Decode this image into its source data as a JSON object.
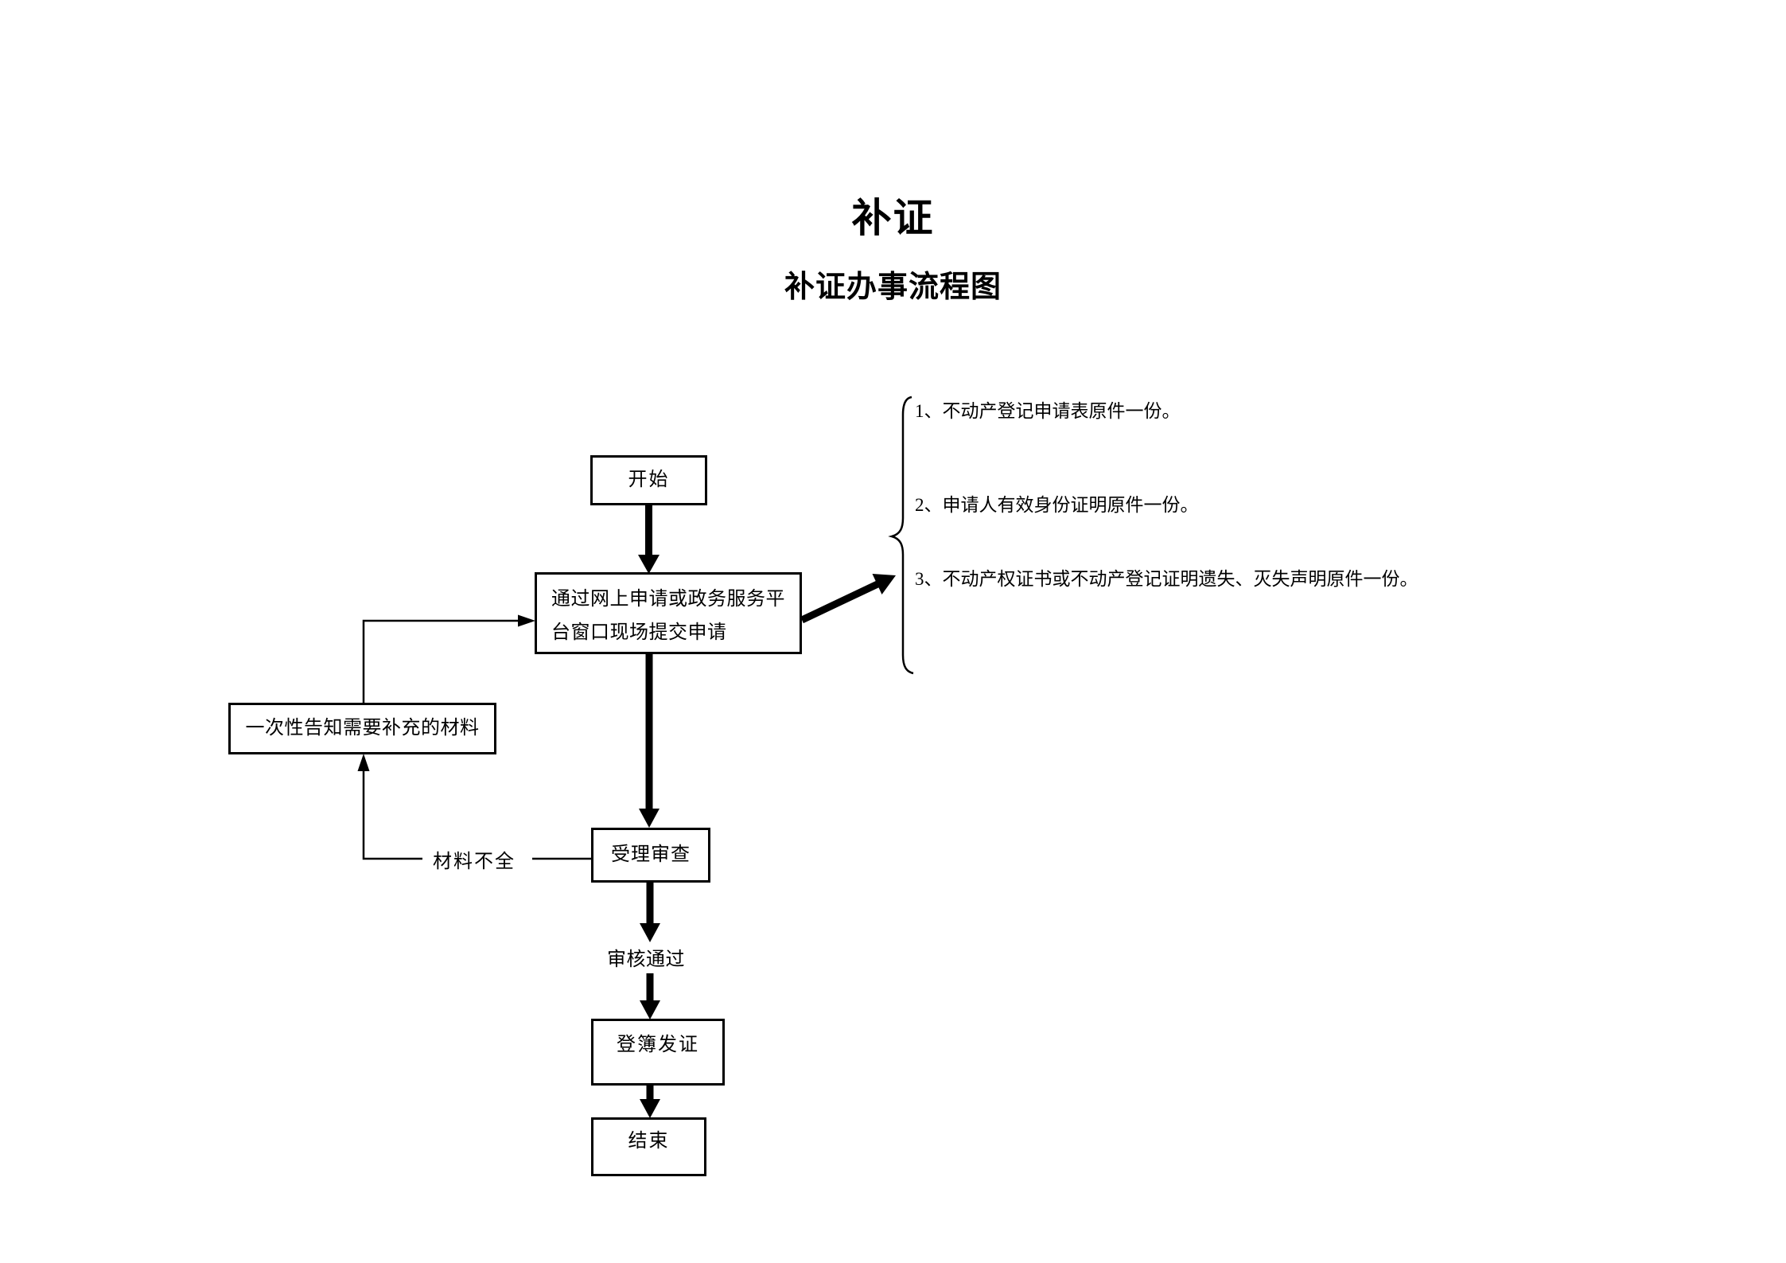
{
  "page": {
    "title": "补证",
    "subtitle": "补证办事流程图"
  },
  "flowchart": {
    "nodes": [
      {
        "id": "start",
        "label": "开始"
      },
      {
        "id": "submit",
        "label": "通过网上申请或政务服务平台窗口现场提交申请",
        "lines": [
          "通过网上申请或政务服务平",
          "台窗口现场提交申请"
        ]
      },
      {
        "id": "notify",
        "label": "一次性告知需要补充的材料"
      },
      {
        "id": "review",
        "label": "受理审查"
      },
      {
        "id": "register",
        "label": "登簿发证"
      },
      {
        "id": "finish",
        "label": "结束"
      }
    ],
    "edge_labels": [
      {
        "id": "incomplete",
        "label": "材料不全"
      },
      {
        "id": "approved",
        "label": "审核通过"
      }
    ]
  },
  "materials": {
    "items": [
      "1、不动产登记申请表原件一份。",
      "2、申请人有效身份证明原件一份。",
      "3、不动产权证书或不动产登记证明遗失、灭失声明原件一份。"
    ]
  },
  "colors": {
    "ink": "#000000",
    "background": "#ffffff"
  }
}
